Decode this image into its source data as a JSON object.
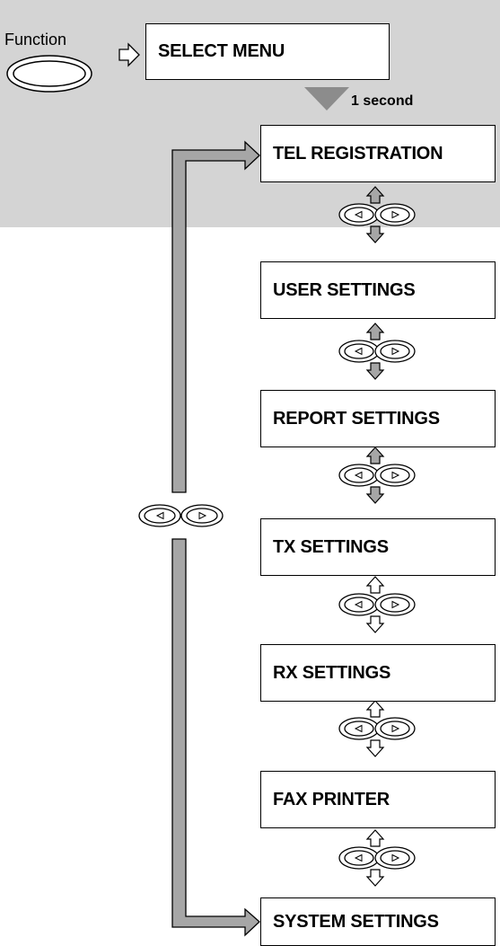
{
  "function_key": {
    "label": "Function"
  },
  "select_menu": {
    "label": "SELECT MENU"
  },
  "timing": {
    "label": "1 second"
  },
  "menus": [
    {
      "label": "TEL REGISTRATION"
    },
    {
      "label": "USER SETTINGS"
    },
    {
      "label": "REPORT SETTINGS"
    },
    {
      "label": "TX SETTINGS"
    },
    {
      "label": "RX SETTINGS"
    },
    {
      "label": "FAX PRINTER"
    },
    {
      "label": "SYSTEM SETTINGS"
    }
  ],
  "colors": {
    "shade": "#d4d4d4",
    "arrow_fill": "#a6a6a6",
    "triangle": "#8c8c8c",
    "outline": "#000000"
  },
  "icons": {
    "function_key": "oval-key-icon",
    "step_arrow": "hollow-right-arrow-icon",
    "time_indicator": "down-triangle-icon",
    "nav_keys": "left-right-keys-icon",
    "up": "up-arrow-icon",
    "down": "down-arrow-icon"
  }
}
